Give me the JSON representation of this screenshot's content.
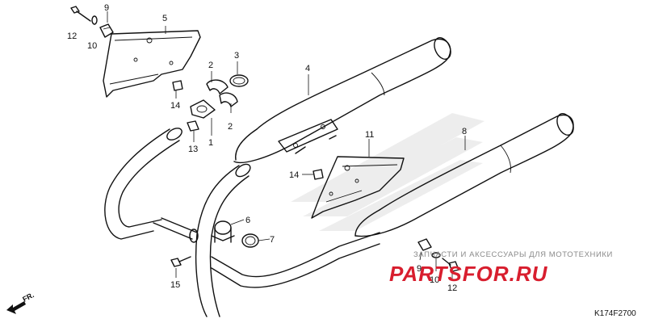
{
  "callouts": {
    "c1": "1",
    "c2a": "2",
    "c2b": "2",
    "c3": "3",
    "c4": "4",
    "c5": "5",
    "c6": "6",
    "c7": "7",
    "c8": "8",
    "c9a": "9",
    "c9b": "9",
    "c10a": "10",
    "c10b": "10",
    "c11": "11",
    "c12a": "12",
    "c12b": "12",
    "c13": "13",
    "c14a": "14",
    "c14b": "14",
    "c15": "15"
  },
  "watermark": {
    "tagline": "ЗАПЧАСТИ И АКСЕССУАРЫ ДЛЯ МОТОТЕХНИКИ",
    "logo": "PARTSFOR.RU"
  },
  "front_indicator": "FR.",
  "diagram_code": "K174F2700",
  "colors": {
    "logo_red": "#d81e2e",
    "ink": "#111111",
    "watermark_gray": "#8a8a8a"
  }
}
